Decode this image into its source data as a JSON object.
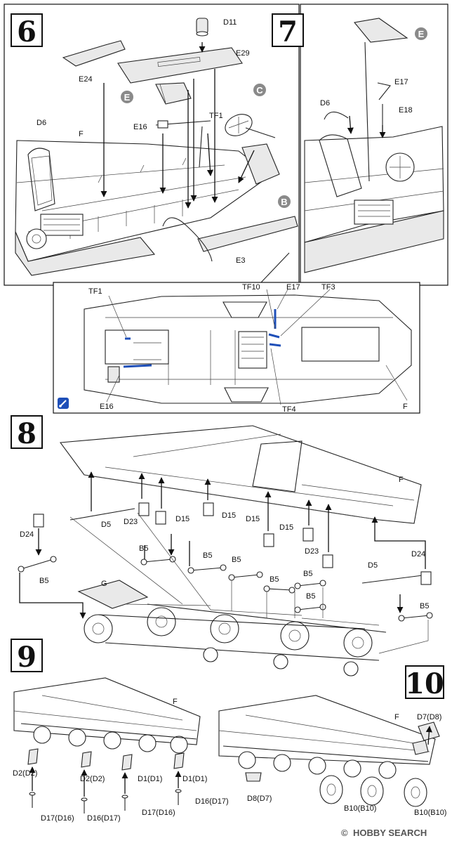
{
  "steps": [
    {
      "number": "6"
    },
    {
      "number": "7"
    },
    {
      "number": "8"
    },
    {
      "number": "9"
    },
    {
      "number": "10"
    }
  ],
  "callouts": {
    "E": "E",
    "C": "C",
    "B": "B"
  },
  "labels": {
    "s6": {
      "D11": "D11",
      "E29": "E29",
      "E24": "E24",
      "TF1": "TF1",
      "E16": "E16",
      "D6": "D6",
      "F": "F",
      "E3": "E3"
    },
    "s7": {
      "E17": "E17",
      "E18": "E18",
      "D6": "D6"
    },
    "detail": {
      "TF1": "TF1",
      "TF10": "TF10",
      "E17": "E17",
      "TF3": "TF3",
      "E16": "E16",
      "TF4": "TF4",
      "F": "F"
    },
    "s8": {
      "F": "F",
      "D24": "D24",
      "D5": "D5",
      "D23": "D23",
      "D15": "D15",
      "B5": "B5",
      "G": "G"
    },
    "s9": {
      "F": "F",
      "D2D2": "D2(D2)",
      "D1D1": "D1(D1)",
      "D17D16": "D17(D16)",
      "D16D17": "D16(D17)"
    },
    "s10": {
      "F": "F",
      "D7D8": "D7(D8)",
      "D8D7": "D8(D7)",
      "B10B10": "B10(B10)"
    }
  },
  "watermark": {
    "text": "HOBBY SEARCH",
    "mark": "©"
  },
  "colors": {
    "ink": "#111111",
    "highlight": "#1e4fb8",
    "callout": "#8a8a8a"
  },
  "icons": [
    "paint-brush-icon"
  ]
}
